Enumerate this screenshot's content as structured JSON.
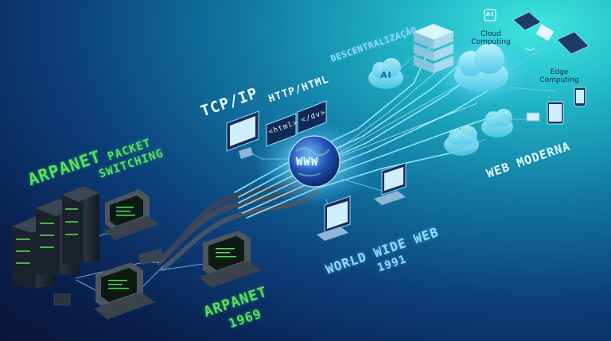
{
  "labels": {
    "arpanet_top": "ARPANET",
    "packet_switching_1": "PACKET",
    "packet_switching_2": "SWITCHING",
    "arpanet_bottom": "ARPANET",
    "arpanet_year": "1969",
    "tcp_ip": "TCP/IP",
    "http_html": "HTTP/HTML",
    "tag_html": "<html>",
    "tag_div": "</dv>",
    "www": "WWW",
    "world_wide_web": "WORLD WIDE WEB",
    "www_year": "1991",
    "descentralizacao": "DESCENTRALIZAÇÃO",
    "cloud_computing_1": "Cloud",
    "cloud_computing_2": "Computing",
    "edge_computing_1": "Edge",
    "edge_computing_2": "Computing",
    "web_moderna": "WEB MODERNA",
    "ai_chip": "AI",
    "ai_cloud": "AI"
  },
  "colors": {
    "green_label": "#57e15d",
    "cyan_label": "#8fdcff",
    "glow": "#bff4ff"
  }
}
